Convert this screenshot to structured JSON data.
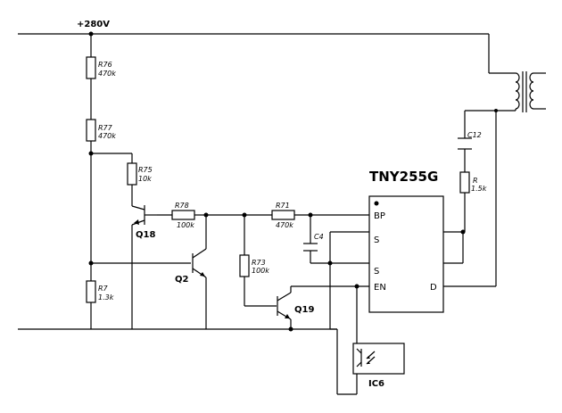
{
  "supply": {
    "label": "+280V"
  },
  "resistors": {
    "r76": {
      "ref": "R76",
      "value": "470k"
    },
    "r77": {
      "ref": "R77",
      "value": "470k"
    },
    "r75": {
      "ref": "R75",
      "value": "10k"
    },
    "r78": {
      "ref": "R78",
      "value": "100k"
    },
    "r71": {
      "ref": "R71",
      "value": "470k"
    },
    "r73": {
      "ref": "R73",
      "value": "100k"
    },
    "r7": {
      "ref": "R7",
      "value": "1.3k"
    },
    "r": {
      "ref": "R",
      "value": "1.5k"
    }
  },
  "capacitors": {
    "c4": {
      "ref": "C4"
    },
    "c12": {
      "ref": "C12"
    }
  },
  "transistors": {
    "q18": {
      "ref": "Q18"
    },
    "q2": {
      "ref": "Q2"
    },
    "q19": {
      "ref": "Q19"
    }
  },
  "optocoupler": {
    "ref": "IC6"
  },
  "chip": {
    "name": "TNY255G",
    "pins": {
      "bp": "BP",
      "s1": "S",
      "s2": "S",
      "en": "EN",
      "d": "D"
    }
  }
}
